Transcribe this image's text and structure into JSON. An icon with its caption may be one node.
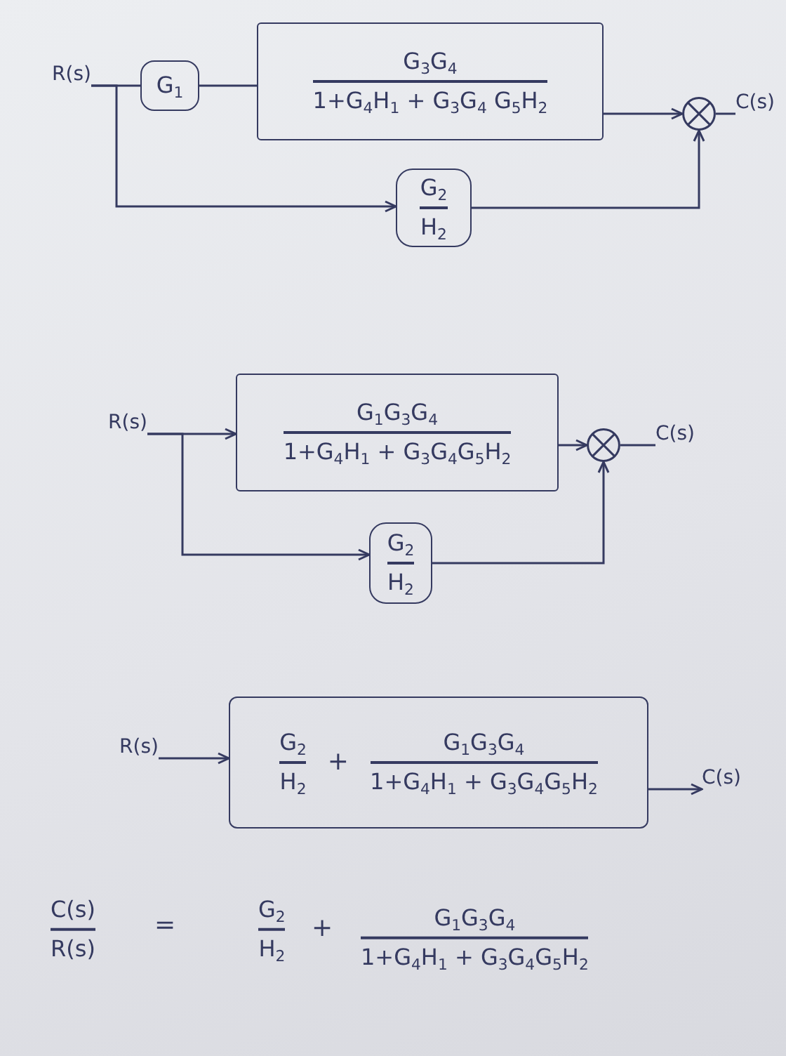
{
  "diagram": {
    "nodes": [
      {
        "text": [
          "R(s)"
        ]
      },
      {
        "text": [
          "G$_{1}$"
        ]
      },
      {
        "text": [
          "G$_{3}$G$_{4}$",
          "1+G$_{4}$H$_{1}$ + G$_{3}$G$_{4}$ G$_{5}$H$_{2}$"
        ]
      },
      {
        "text": [],
        "shape": "circle"
      },
      {
        "text": [
          "C(s)"
        ]
      },
      {
        "text": [
          "G$_{2}$",
          "H$_{2}$"
        ]
      },
      {
        "text": [
          "R(s)"
        ]
      },
      {
        "text": [
          "G$_{1}$G$_{3}$G$_{4}$",
          "1+G$_{4}$H$_{1}$ + G$_{3}$G$_{4}$G$_{5}$H$_{2}$"
        ]
      },
      {
        "text": [],
        "shape": "circle"
      },
      {
        "text": [
          "C(s)"
        ]
      },
      {
        "text": [
          "G$_{2}$",
          "H$_{2}$"
        ]
      },
      {
        "text": [
          "R(s)"
        ]
      },
      {
        "text": [
          "G$_{2}$",
          "H$_{2}$",
          "+",
          "G$_{1}$G$_{3}$G$_{4}$",
          "1+G$_{4}$H$_{1}$ + G$_{3}$G$_{4}$G$_{5}$H$_{2}$"
        ]
      },
      {
        "text": [
          "C(s)"
        ]
      }
    ],
    "edges": [
      {
        "from": 0,
        "to": 1,
        "arrow": "none"
      },
      {
        "from": 0,
        "to": 5,
        "arrow": "to"
      },
      {
        "from": 1,
        "to": 2,
        "arrow": "none"
      },
      {
        "from": 2,
        "to": 3,
        "arrow": "to"
      },
      {
        "from": 5,
        "to": 3,
        "arrow": "to"
      },
      {
        "from": 3,
        "to": 4,
        "arrow": "none"
      },
      {
        "from": 6,
        "to": 7,
        "arrow": "to"
      },
      {
        "from": 6,
        "to": 10,
        "arrow": "to"
      },
      {
        "from": 7,
        "to": 8,
        "arrow": "to"
      },
      {
        "from": 10,
        "to": 8,
        "arrow": "to"
      },
      {
        "from": 8,
        "to": 9,
        "arrow": "none"
      },
      {
        "from": 11,
        "to": 12,
        "arrow": "to"
      },
      {
        "from": 12,
        "to": 13,
        "arrow": "to"
      }
    ],
    "labels": [
      "C(s)",
      "R(s)",
      "=",
      "G$_{2}$",
      "H$_{2}$",
      "+",
      "G$_{1}$G$_{3}$G$_{4}$",
      "1+G$_{4}$H$_{1}$ + G$_{3}$G$_{4}$G$_{5}$H$_{2}$"
    ]
  }
}
